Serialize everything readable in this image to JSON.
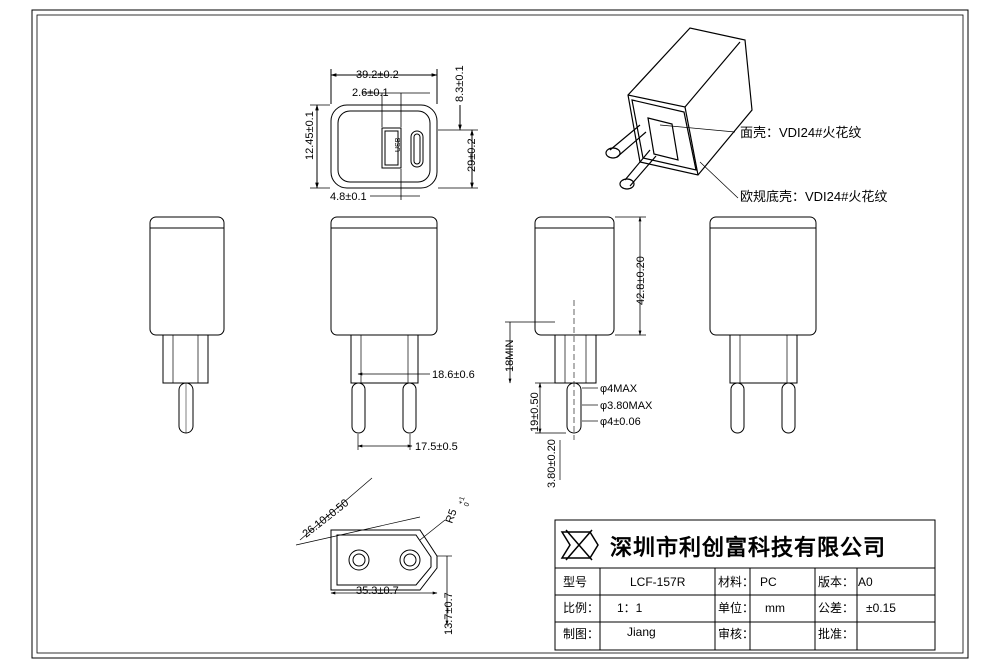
{
  "drawing": {
    "top_view": {
      "width": "39.2±0.2",
      "usb_offset": "2.6±0.1",
      "height_left": "12.45±0.1",
      "top_right": "8.3±0.1",
      "height_right": "29±0.2",
      "bottom": "4.8±0.1",
      "usb_text": "USB"
    },
    "iso_notes": {
      "face_shell": "面壳：VDI24#火花纹",
      "bottom_shell": "欧规底壳：VDI24#火花纹"
    },
    "front_view": {
      "pin_width": "18.6±0.6",
      "pin_pitch": "17.5±0.5"
    },
    "side_view": {
      "body_height": "42.8±0.20",
      "min_length": "18MIN",
      "pin_len": "19±0.50",
      "pin_tip": "3.80±0.20",
      "d1": "φ4MAX",
      "d2": "φ3.80MAX",
      "d3": "φ4±0.06"
    },
    "bottom_view": {
      "diag": "26.10±0.50",
      "radius": "R5",
      "radius_tol_top": "+1",
      "radius_tol_bot": "0",
      "width": "35.3±0.7",
      "height": "13.7±0.7"
    }
  },
  "title_block": {
    "company": "深圳市利创富科技有限公司",
    "model_label": "型号",
    "model_value": "LCF-157R",
    "material_label": "材料：",
    "material_value": "PC",
    "version_label": "版本：",
    "version_value": "A0",
    "scale_label": "比例：",
    "scale_value": "1：1",
    "unit_label": "单位：",
    "unit_value": "mm",
    "tolerance_label": "公差：",
    "tolerance_value": "±0.15",
    "drawn_label": "制图：",
    "drawn_value": "Jiang",
    "check_label": "审核：",
    "approve_label": "批准："
  }
}
